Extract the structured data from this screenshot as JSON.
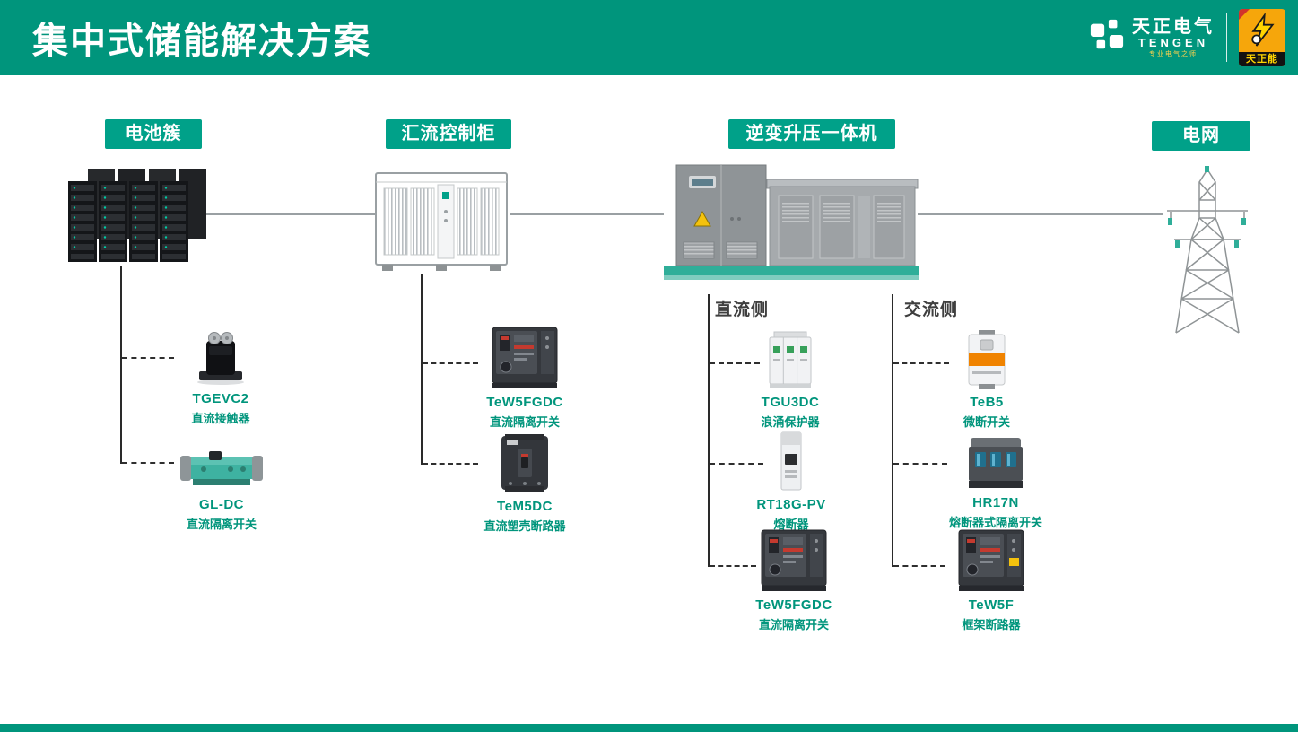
{
  "header": {
    "title": "集中式储能解决方案",
    "brand_cn": "天正电气",
    "brand_en": "TENGEN",
    "tagline": "专业电气之师",
    "badge": "天正能"
  },
  "stations": {
    "battery": "电池簇",
    "combiner": "汇流控制柜",
    "inverter": "逆变升压一体机",
    "grid": "电网"
  },
  "sides": {
    "dc": "直流侧",
    "ac": "交流侧"
  },
  "components": {
    "battery": [
      {
        "name": "TGEVC2",
        "desc": "直流接触器"
      },
      {
        "name": "GL-DC",
        "desc": "直流隔离开关"
      }
    ],
    "combiner": [
      {
        "name": "TeW5FGDC",
        "desc": "直流隔离开关"
      },
      {
        "name": "TeM5DC",
        "desc": "直流塑壳断路器"
      }
    ],
    "dc": [
      {
        "name": "TGU3DC",
        "desc": "浪涌保护器"
      },
      {
        "name": "RT18G-PV",
        "desc": "熔断器"
      },
      {
        "name": "TeW5FGDC",
        "desc": "直流隔离开关"
      }
    ],
    "ac": [
      {
        "name": "TeB5",
        "desc": "微断开关"
      },
      {
        "name": "HR17N",
        "desc": "熔断器式隔离开关"
      },
      {
        "name": "TeW5F",
        "desc": "框架断路器"
      }
    ]
  },
  "colors": {
    "teal": "#00957C",
    "teal_box": "#00A189",
    "badge_gold": "#F6A60B",
    "accent_orange": "#F08300"
  }
}
